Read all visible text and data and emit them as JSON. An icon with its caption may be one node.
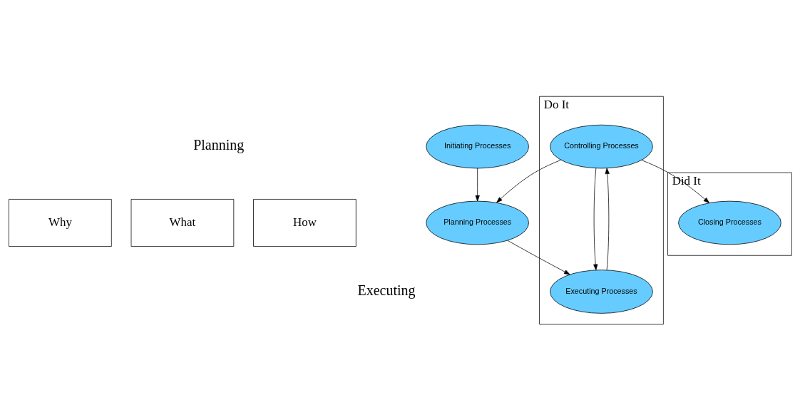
{
  "diagram": {
    "nodes": [
      {
        "text": [
          "Why"
        ]
      },
      {
        "text": [
          "What"
        ]
      },
      {
        "text": [
          "How"
        ]
      },
      {
        "text": [
          "Initiating Processes"
        ]
      },
      {
        "text": [
          "Planning Processes"
        ]
      },
      {
        "text": [
          "Do It"
        ]
      },
      {
        "text": [
          "Controlling Processes"
        ],
        "in": 5
      },
      {
        "text": [
          "Executing Processes"
        ],
        "in": 5
      },
      {
        "text": [
          "Did It"
        ]
      },
      {
        "text": [
          "Closing Processes"
        ],
        "in": 8
      }
    ],
    "edges": [
      {
        "from": 3,
        "to": 4,
        "arrow": "to"
      },
      {
        "from": 6,
        "to": 4,
        "arrow": "to"
      },
      {
        "from": 4,
        "to": 7,
        "arrow": "to"
      },
      {
        "from": 6,
        "to": 7,
        "arrow": "to"
      },
      {
        "from": 7,
        "to": 6,
        "arrow": "to"
      },
      {
        "from": 6,
        "to": 9,
        "arrow": "to"
      }
    ],
    "labels": [
      "Planning",
      "Executing"
    ]
  }
}
